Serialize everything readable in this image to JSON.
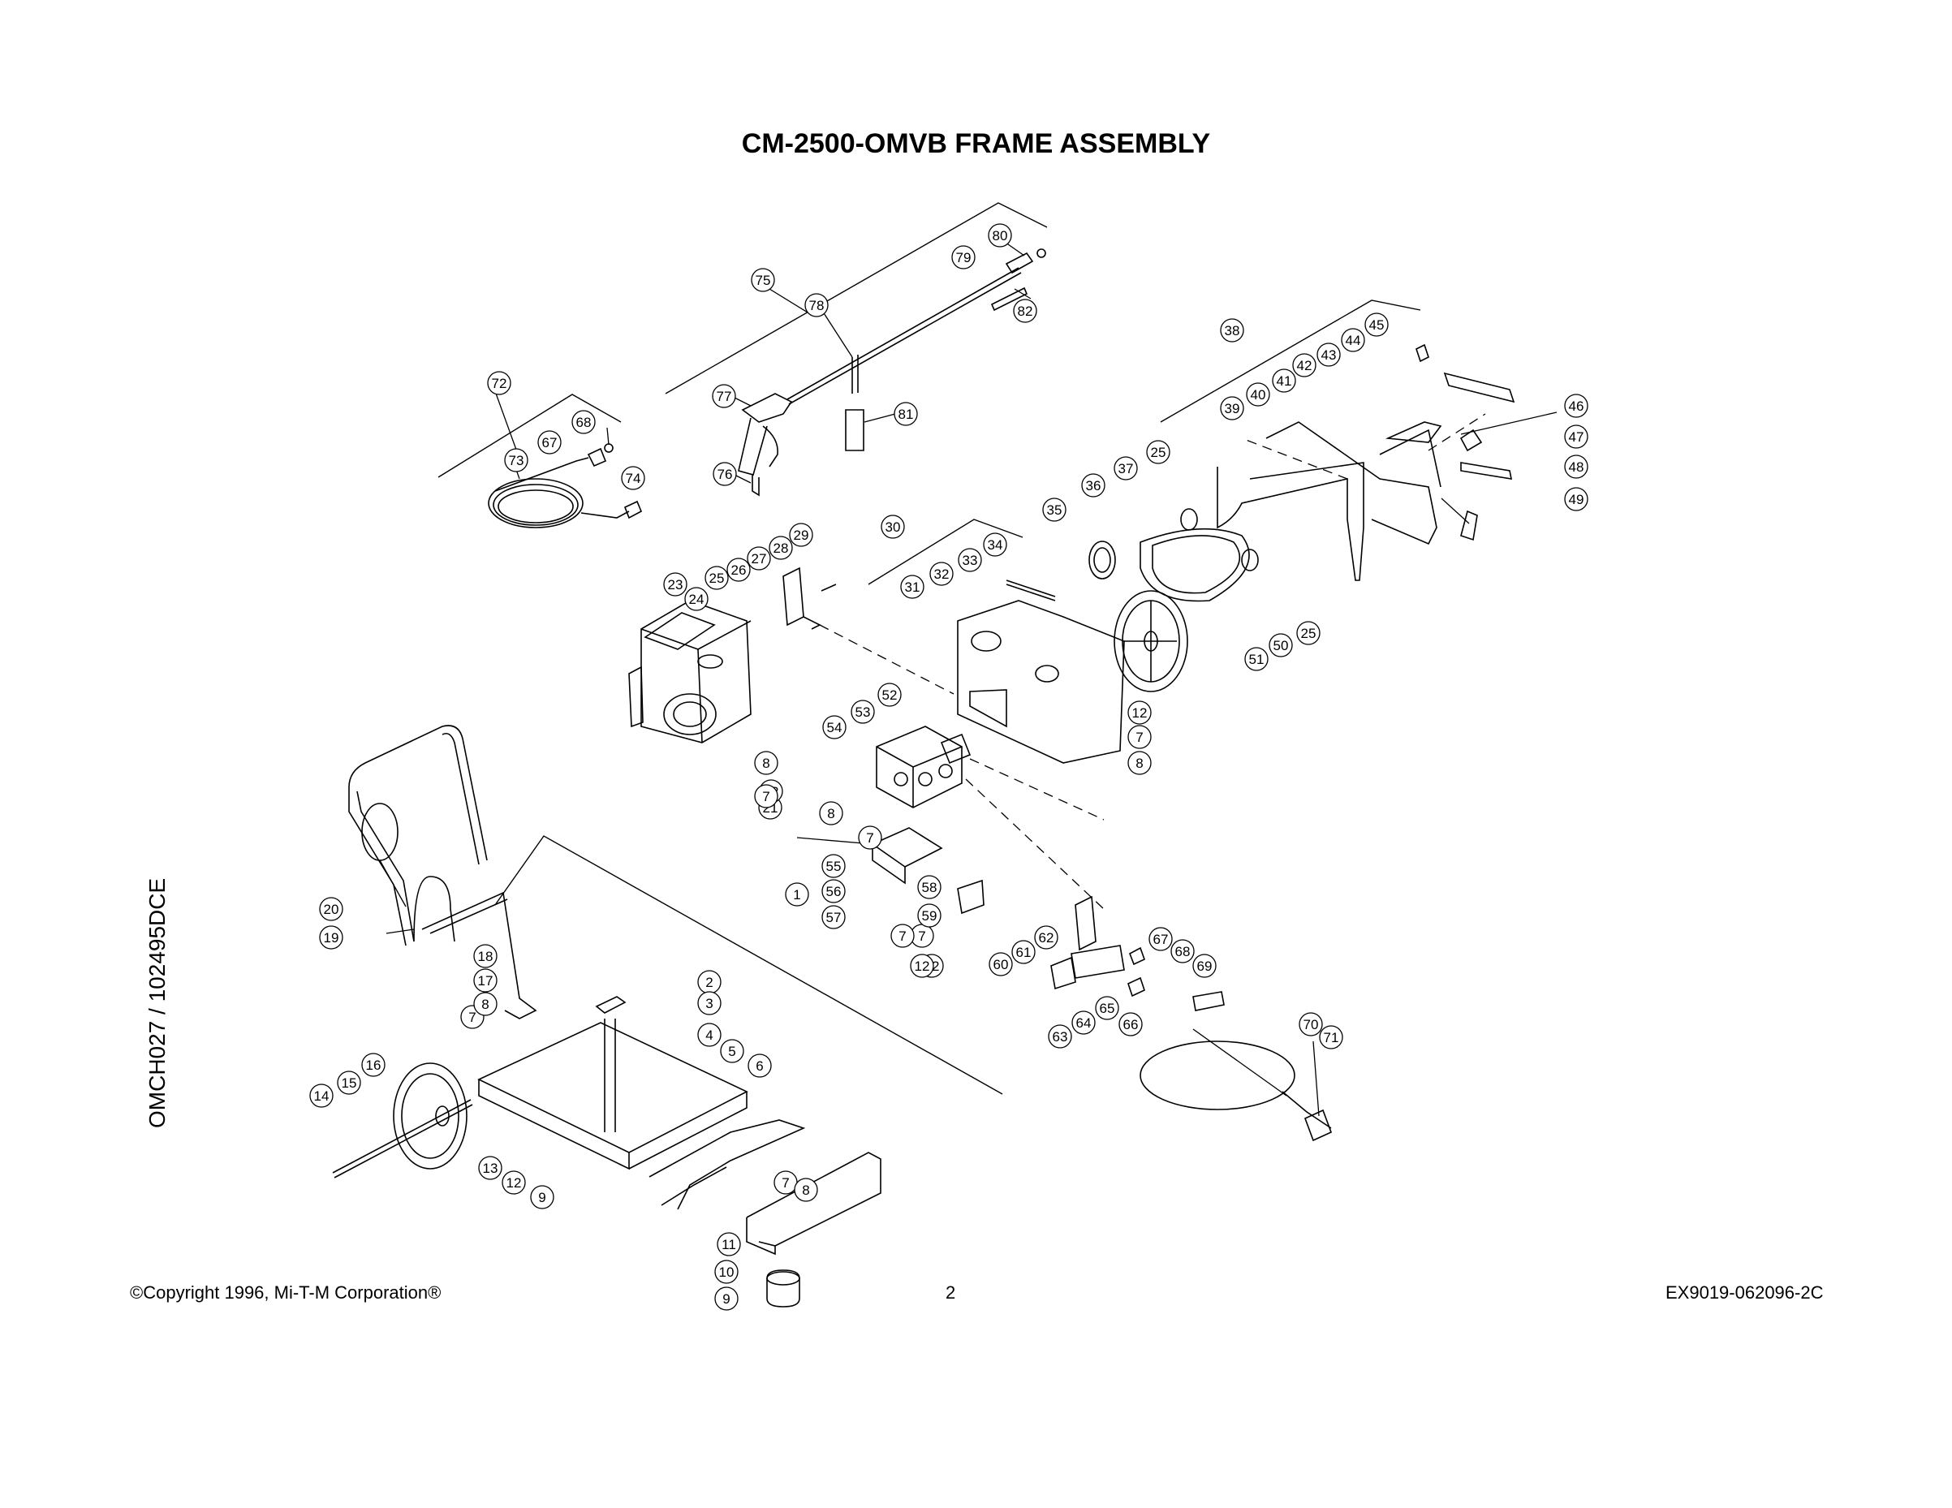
{
  "title": "CM-2500-OMVB FRAME ASSEMBLY",
  "side_code": "OMCH027 / 102495DCE",
  "footer": {
    "copyright": "©Copyright  1996, Mi-T-M Corporation®",
    "page_number": "2",
    "doc_code": "EX9019-062096-2C"
  },
  "callouts": [
    "1",
    "2",
    "3",
    "4",
    "5",
    "6",
    "7",
    "8",
    "9",
    "10",
    "11",
    "12",
    "13",
    "14",
    "15",
    "16",
    "17",
    "18",
    "19",
    "20",
    "21",
    "22",
    "23",
    "24",
    "25",
    "26",
    "27",
    "28",
    "29",
    "30",
    "31",
    "32",
    "33",
    "34",
    "35",
    "36",
    "37",
    "38",
    "39",
    "40",
    "41",
    "42",
    "43",
    "44",
    "45",
    "46",
    "47",
    "48",
    "49",
    "50",
    "51",
    "52",
    "53",
    "54",
    "55",
    "56",
    "57",
    "58",
    "59",
    "60",
    "61",
    "62",
    "63",
    "64",
    "65",
    "66",
    "67",
    "68",
    "69",
    "70",
    "71",
    "72",
    "73",
    "74",
    "75",
    "76",
    "77",
    "78",
    "79",
    "80",
    "81",
    "82"
  ]
}
